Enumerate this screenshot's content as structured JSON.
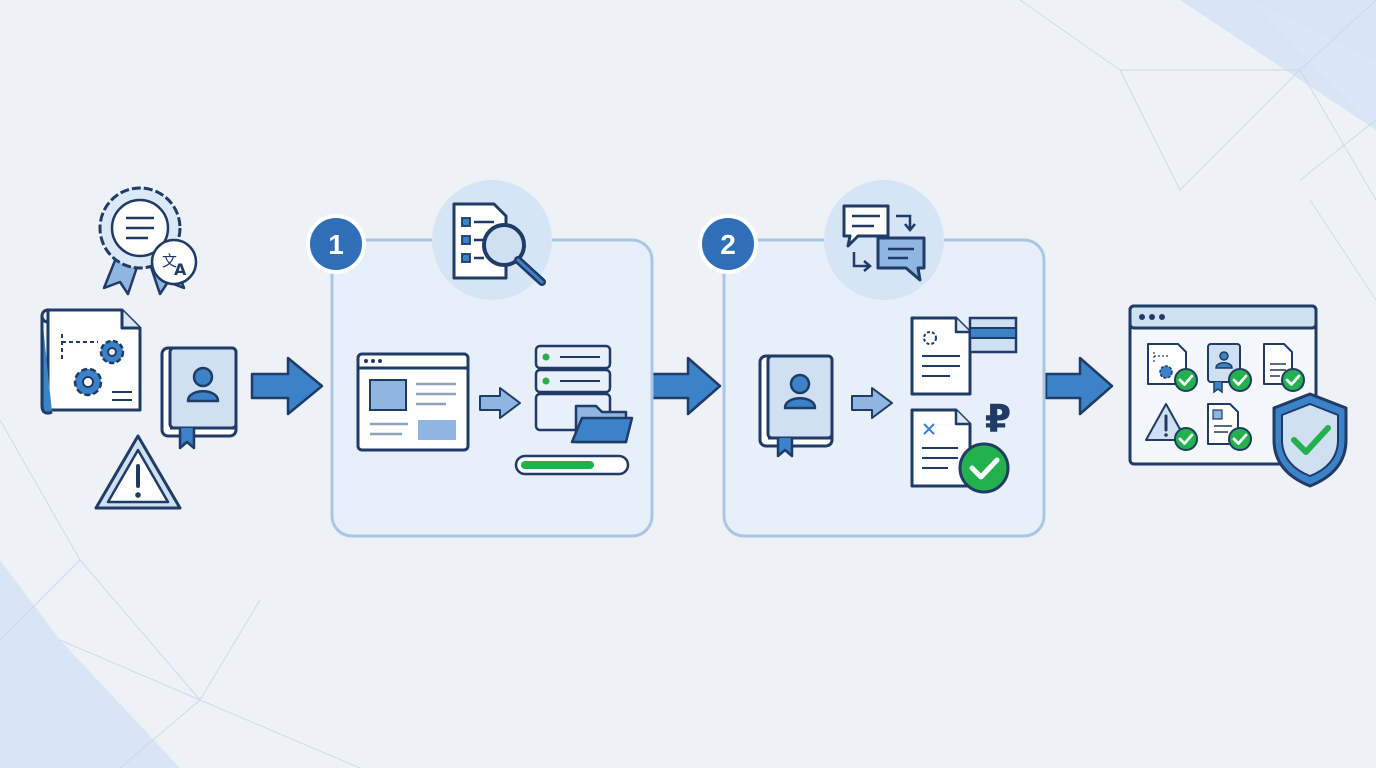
{
  "colors": {
    "background": "#eef2f6",
    "outline": "#1f3b66",
    "accent_blue": "#3b82c9",
    "light_blue": "#cfe0f3",
    "panel_fill": "#e7eff8",
    "panel_border": "#a9c6e6",
    "success_green": "#22b14c"
  },
  "steps": [
    {
      "number": "1",
      "header_icon": "document-search-icon"
    },
    {
      "number": "2",
      "header_icon": "chat-exchange-icon"
    }
  ],
  "inputs": {
    "icons": [
      "certificate-translation-icon",
      "blueprint-gears-icon",
      "passport-book-icon",
      "warning-triangle-icon"
    ]
  },
  "step_1": {
    "icons": [
      "web-window-icon",
      "small-arrow-icon",
      "server-stack-icon",
      "folder-icon",
      "progress-bar-icon"
    ],
    "progress": 0.72
  },
  "step_2": {
    "icons": [
      "passport-book-icon",
      "small-arrow-icon",
      "document-card-icon",
      "document-approved-icon",
      "ruble-icon",
      "check-circle-icon"
    ],
    "currency_symbol": "₽"
  },
  "output": {
    "icons": [
      "browser-window-icon",
      "shield-check-icon"
    ],
    "approved_items": 5
  },
  "translation_glyphs": {
    "source": "文",
    "target": "A"
  }
}
